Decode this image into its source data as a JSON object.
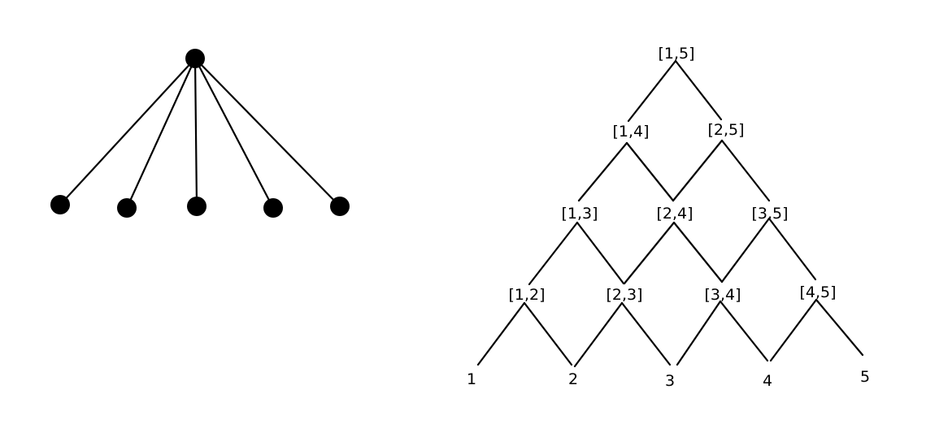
{
  "star_graph": {
    "center": {
      "id": "c"
    },
    "leaves": [
      {
        "id": "l1"
      },
      {
        "id": "l2"
      },
      {
        "id": "l3"
      },
      {
        "id": "l4"
      },
      {
        "id": "l5"
      }
    ]
  },
  "interval_lattice": {
    "nodes": [
      {
        "id": "n15",
        "label": "[1,5]"
      },
      {
        "id": "n14",
        "label": "[1,4]"
      },
      {
        "id": "n25",
        "label": "[2,5]"
      },
      {
        "id": "n13",
        "label": "[1,3]"
      },
      {
        "id": "n24",
        "label": "[2,4]"
      },
      {
        "id": "n35",
        "label": "[3,5]"
      },
      {
        "id": "n12",
        "label": "[1,2]"
      },
      {
        "id": "n23",
        "label": "[2,3]"
      },
      {
        "id": "n34",
        "label": "[3,4]"
      },
      {
        "id": "n45",
        "label": "[4,5]"
      },
      {
        "id": "n1",
        "label": "1"
      },
      {
        "id": "n2",
        "label": "2"
      },
      {
        "id": "n3",
        "label": "3"
      },
      {
        "id": "n4",
        "label": "4"
      },
      {
        "id": "n5",
        "label": "5"
      }
    ],
    "edges": [
      [
        "n15",
        "n14"
      ],
      [
        "n15",
        "n25"
      ],
      [
        "n14",
        "n13"
      ],
      [
        "n14",
        "n24"
      ],
      [
        "n25",
        "n24"
      ],
      [
        "n25",
        "n35"
      ],
      [
        "n13",
        "n12"
      ],
      [
        "n13",
        "n23"
      ],
      [
        "n24",
        "n23"
      ],
      [
        "n24",
        "n34"
      ],
      [
        "n35",
        "n34"
      ],
      [
        "n35",
        "n45"
      ],
      [
        "n12",
        "n1"
      ],
      [
        "n12",
        "n2"
      ],
      [
        "n23",
        "n2"
      ],
      [
        "n23",
        "n3"
      ],
      [
        "n34",
        "n3"
      ],
      [
        "n34",
        "n4"
      ],
      [
        "n45",
        "n4"
      ],
      [
        "n45",
        "n5"
      ]
    ]
  }
}
